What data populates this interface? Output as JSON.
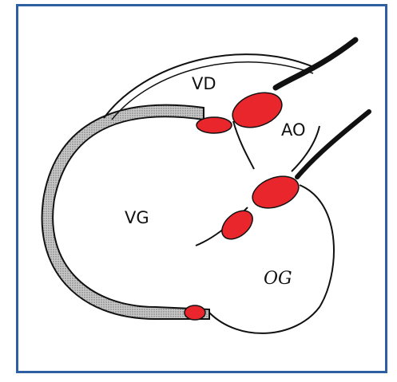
{
  "labels": {
    "vd": "VD",
    "ao": "AO",
    "vg": "VG",
    "og": "OG"
  },
  "colors": {
    "frame": "#2f5fa3",
    "lesion": "#e8262c",
    "outline": "#111111",
    "wall_fill": "#b9b9b9"
  }
}
